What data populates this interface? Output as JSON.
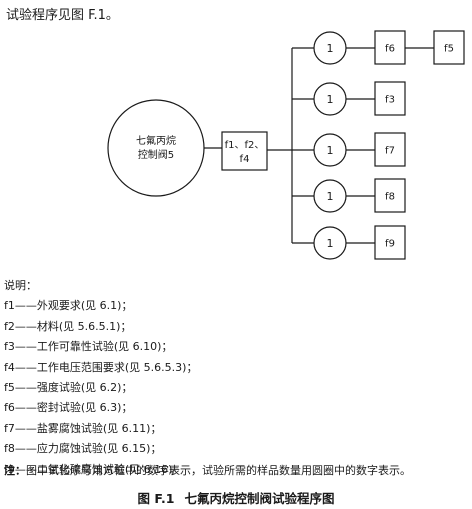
{
  "intro": "试验程序见图 F.1。",
  "diagram": {
    "source": {
      "line1": "七氟丙烷",
      "line2": "控制阀5"
    },
    "start_box": {
      "line1": "f1、f2、",
      "line2": "f4"
    },
    "branches": [
      {
        "count": "1",
        "steps": [
          "f6",
          "f5"
        ]
      },
      {
        "count": "1",
        "steps": [
          "f3"
        ]
      },
      {
        "count": "1",
        "steps": [
          "f7"
        ]
      },
      {
        "count": "1",
        "steps": [
          "f8"
        ]
      },
      {
        "count": "1",
        "steps": [
          "f9"
        ]
      }
    ]
  },
  "legend": {
    "title": "说明：",
    "items": [
      {
        "code": "f1",
        "text": "——外观要求(见 6.1)；"
      },
      {
        "code": "f2",
        "text": "——材料(见 5.6.5.1)；"
      },
      {
        "code": "f3",
        "text": "——工作可靠性试验(见 6.10)；"
      },
      {
        "code": "f4",
        "text": "——工作电压范围要求(见 5.6.5.3)；"
      },
      {
        "code": "f5",
        "text": "——强度试验(见 6.2)；"
      },
      {
        "code": "f6",
        "text": "——密封试验(见 6.3)；"
      },
      {
        "code": "f7",
        "text": "——盐雾腐蚀试验(见 6.11)；"
      },
      {
        "code": "f8",
        "text": "——应力腐蚀试验(见 6.15)；"
      },
      {
        "code": "f9",
        "text": "——二氧化硫腐蚀试验(见 6.16)。"
      }
    ]
  },
  "note": {
    "label": "注：",
    "text": "图中试验序号用方框中的数字表示，试验所需的样品数量用圆圈中的数字表示。"
  },
  "caption": {
    "number": "图 F.1",
    "title": "七氟丙烷控制阀试验程序图"
  }
}
